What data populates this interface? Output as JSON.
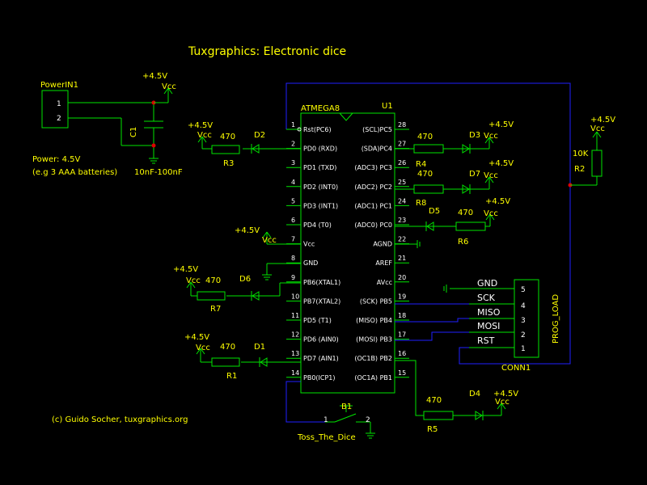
{
  "title": "Tuxgraphics: Electronic dice",
  "copyright": "(c) Guido Socher, tuxgraphics.org",
  "power": {
    "ref": "PowerIN1",
    "pins": [
      "1",
      "2"
    ],
    "note_line1": "Power: 4.5V",
    "note_line2": "(e.g 3 AAA batteries)",
    "vcc_label": "+4.5V",
    "vcc_sub": "Vcc"
  },
  "capacitor": {
    "ref": "C1",
    "value": "10nF-100nF"
  },
  "mcu": {
    "ref": "U1",
    "type": "ATMEGA8",
    "left_pins": [
      {
        "num": "1",
        "name": "Rst(PC6)"
      },
      {
        "num": "2",
        "name": "PD0 (RXD)"
      },
      {
        "num": "3",
        "name": "PD1 (TXD)"
      },
      {
        "num": "4",
        "name": "PD2 (INT0)"
      },
      {
        "num": "5",
        "name": "PD3 (INT1)"
      },
      {
        "num": "6",
        "name": "PD4 (T0)"
      },
      {
        "num": "7",
        "name": "Vcc"
      },
      {
        "num": "8",
        "name": "GND"
      },
      {
        "num": "9",
        "name": "PB6(XTAL1)"
      },
      {
        "num": "10",
        "name": "PB7(XTAL2)"
      },
      {
        "num": "11",
        "name": "PD5 (T1)"
      },
      {
        "num": "12",
        "name": "PD6 (AIN0)"
      },
      {
        "num": "13",
        "name": "PD7 (AIN1)"
      },
      {
        "num": "14",
        "name": "PB0(ICP1)"
      }
    ],
    "right_pins": [
      {
        "num": "28",
        "name": "(SCL)PC5"
      },
      {
        "num": "27",
        "name": "(SDA)PC4"
      },
      {
        "num": "26",
        "name": "(ADC3) PC3"
      },
      {
        "num": "25",
        "name": "(ADC2) PC2"
      },
      {
        "num": "24",
        "name": "(ADC1) PC1"
      },
      {
        "num": "23",
        "name": "(ADC0) PC0"
      },
      {
        "num": "22",
        "name": "AGND"
      },
      {
        "num": "21",
        "name": "AREF"
      },
      {
        "num": "20",
        "name": "AVcc"
      },
      {
        "num": "19",
        "name": "(SCK) PB5"
      },
      {
        "num": "18",
        "name": "(MISO) PB4"
      },
      {
        "num": "17",
        "name": "(MOSI) PB3"
      },
      {
        "num": "16",
        "name": "(OC1B) PB2"
      },
      {
        "num": "15",
        "name": "(OC1A) PB1"
      }
    ]
  },
  "resistors": {
    "R1": {
      "ref": "R1",
      "value": "470"
    },
    "R2": {
      "ref": "R2",
      "value": "10K"
    },
    "R3": {
      "ref": "R3",
      "value": "470"
    },
    "R4": {
      "ref": "R4",
      "value": "470"
    },
    "R5": {
      "ref": "R5",
      "value": "470"
    },
    "R6": {
      "ref": "R6",
      "value": "470"
    },
    "R7": {
      "ref": "R7",
      "value": "470"
    },
    "R8": {
      "ref": "R8",
      "value": "470"
    }
  },
  "leds": [
    "D1",
    "D2",
    "D3",
    "D4",
    "D5",
    "D6",
    "D7"
  ],
  "supply": {
    "label": "+4.5V",
    "sub": "Vcc"
  },
  "connector": {
    "ref": "PROG_LOAD",
    "name": "CONN1",
    "pins": [
      "5",
      "4",
      "3",
      "2",
      "1"
    ],
    "signals": [
      "GND",
      "SCK",
      "MISO",
      "MOSI",
      "RST"
    ]
  },
  "button": {
    "ref": "B1",
    "name": "Toss_The_Dice",
    "pins": [
      "1",
      "2"
    ]
  }
}
